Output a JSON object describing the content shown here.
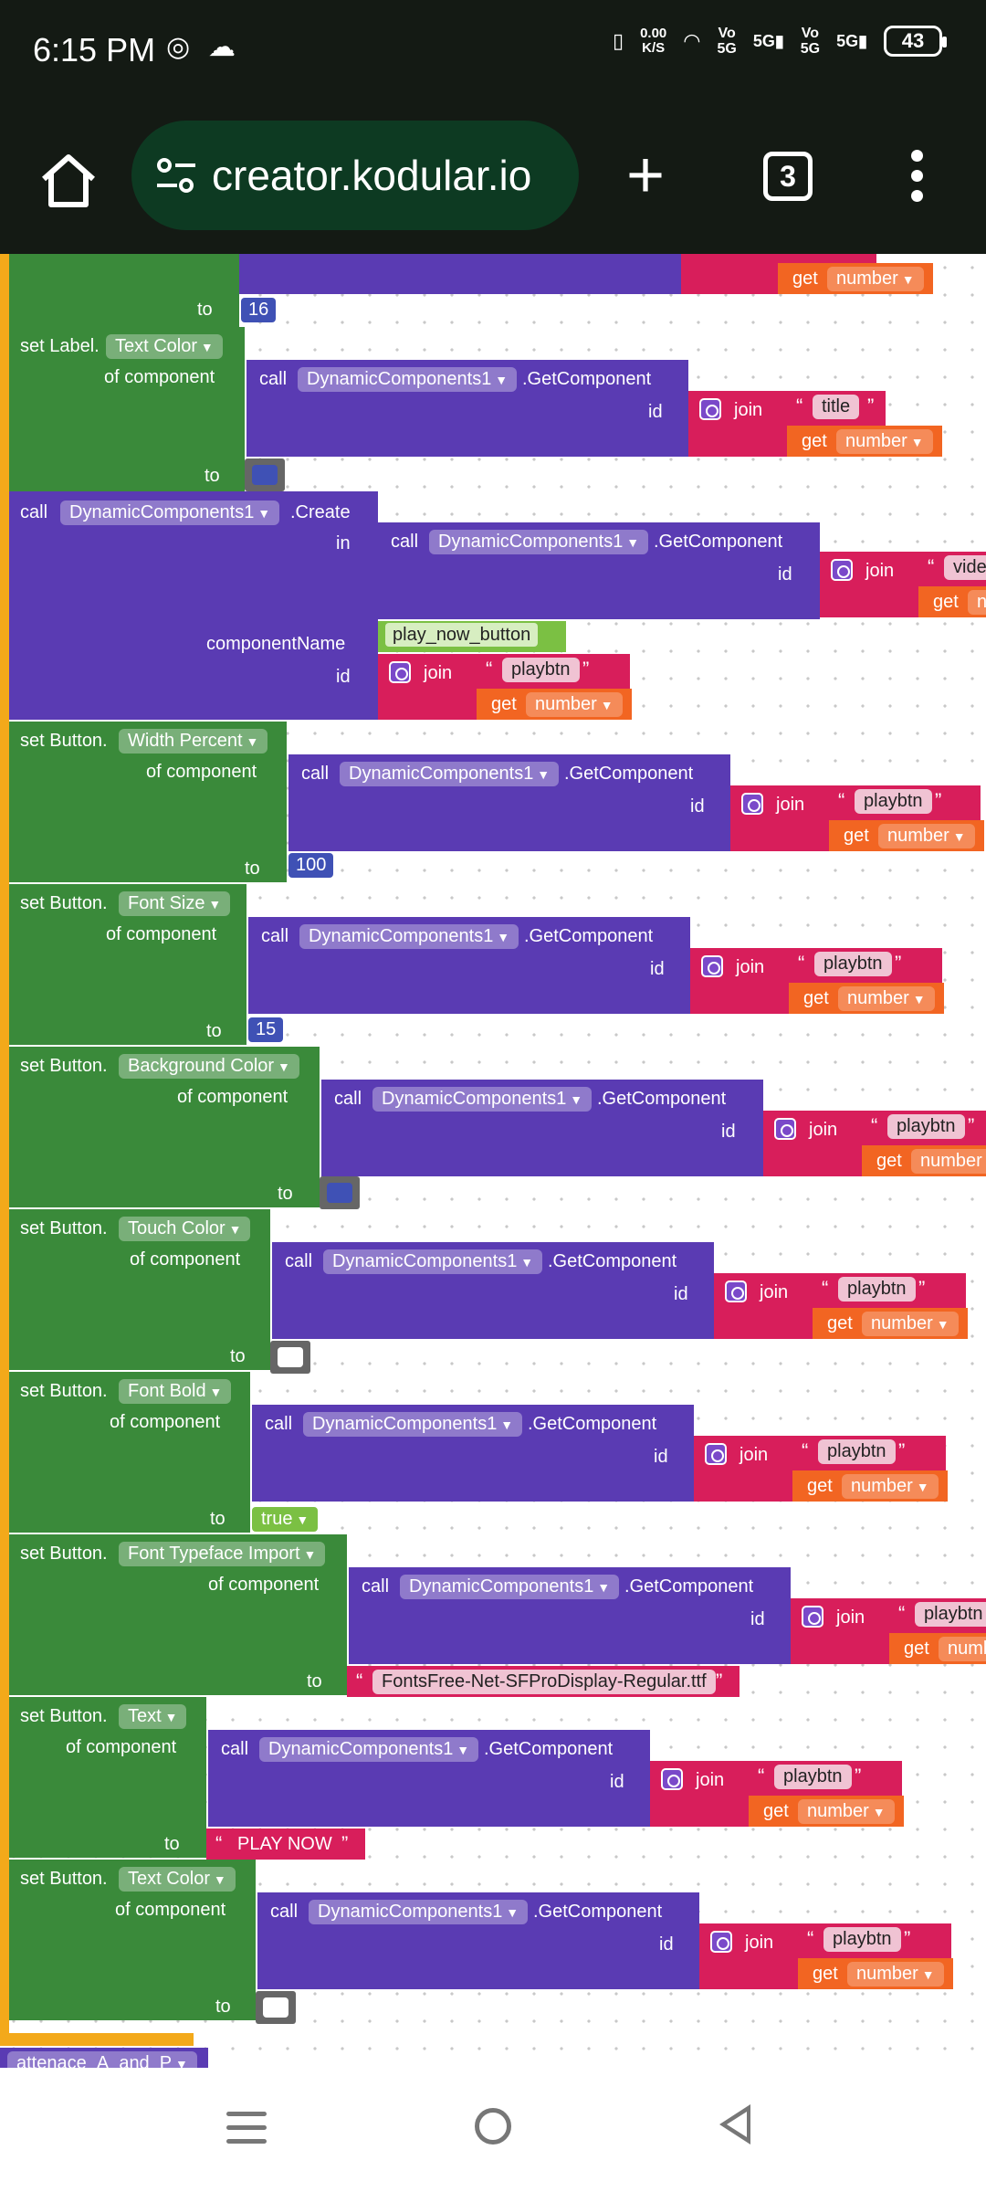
{
  "status": {
    "time": "6:15 PM",
    "net_speed_value": "0.00",
    "net_speed_unit": "K/S",
    "vo1": "Vo",
    "g1": "5G",
    "vo2": "Vo",
    "g2": "5G",
    "battery": "43"
  },
  "browser": {
    "url": "creator.kodular.io",
    "tab_count": "3"
  },
  "blocks": {
    "b0": {
      "get": "get",
      "var": "number",
      "to": "to",
      "val": "16"
    },
    "b1": {
      "set": "set Label.",
      "prop": "Text Color",
      "of": "of component",
      "call": "call",
      "comp": "DynamicComponents1",
      "method": ".GetComponent",
      "id": "id",
      "join": "join",
      "str": "title",
      "get": "get",
      "var": "number",
      "to": "to"
    },
    "b2": {
      "call": "call",
      "comp": "DynamicComponents1",
      "method": ".Create",
      "in": "in",
      "call2": "call",
      "comp2": "DynamicComponents1",
      "method2": ".GetComponent",
      "id": "id",
      "join": "join",
      "str": "vide",
      "get": "get",
      "var": "nu",
      "componentName": "componentName",
      "cname": "play_now_button",
      "id2": "id",
      "join2": "join",
      "str2": "playbtn",
      "get2": "get",
      "var2": "number"
    },
    "b3": {
      "set": "set Button.",
      "prop": "Width Percent",
      "of": "of component",
      "call": "call",
      "comp": "DynamicComponents1",
      "method": ".GetComponent",
      "id": "id",
      "join": "join",
      "str": "playbtn",
      "get": "get",
      "var": "number",
      "to": "to",
      "val": "100"
    },
    "b4": {
      "set": "set Button.",
      "prop": "Font Size",
      "of": "of component",
      "call": "call",
      "comp": "DynamicComponents1",
      "method": ".GetComponent",
      "id": "id",
      "join": "join",
      "str": "playbtn",
      "get": "get",
      "var": "number",
      "to": "to",
      "val": "15"
    },
    "b5": {
      "set": "set Button.",
      "prop": "Background Color",
      "of": "of component",
      "call": "call",
      "comp": "DynamicComponents1",
      "method": ".GetComponent",
      "id": "id",
      "join": "join",
      "str": "playbtn",
      "get": "get",
      "var": "number",
      "to": "to"
    },
    "b6": {
      "set": "set Button.",
      "prop": "Touch Color",
      "of": "of component",
      "call": "call",
      "comp": "DynamicComponents1",
      "method": ".GetComponent",
      "id": "id",
      "join": "join",
      "str": "playbtn",
      "get": "get",
      "var": "number",
      "to": "to"
    },
    "b7": {
      "set": "set Button.",
      "prop": "Font Bold",
      "of": "of component",
      "call": "call",
      "comp": "DynamicComponents1",
      "method": ".GetComponent",
      "id": "id",
      "join": "join",
      "str": "playbtn",
      "get": "get",
      "var": "number",
      "to": "to",
      "val": "true"
    },
    "b8": {
      "set": "set Button.",
      "prop": "Font Typeface Import",
      "of": "of component",
      "call": "call",
      "comp": "DynamicComponents1",
      "method": ".GetComponent",
      "id": "id",
      "join": "join",
      "str": "playbtn",
      "get": "get",
      "var": "numb",
      "to": "to",
      "val": "FontsFree-Net-SFProDisplay-Regular.ttf"
    },
    "b9": {
      "set": "set Button.",
      "prop": "Text",
      "of": "of component",
      "call": "call",
      "comp": "DynamicComponents1",
      "method": ".GetComponent",
      "id": "id",
      "join": "join",
      "str": "playbtn",
      "get": "get",
      "var": "number",
      "to": "to",
      "val": "PLAY NOW"
    },
    "b10": {
      "set": "set Button.",
      "prop": "Text Color",
      "of": "of component",
      "call": "call",
      "comp": "DynamicComponents1",
      "method": ".GetComponent",
      "id": "id",
      "join": "join",
      "str": "playbtn",
      "get": "get",
      "var": "number",
      "to": "to"
    },
    "bottom": {
      "var": "attenace_A_and_P"
    }
  },
  "colors": {
    "color_blue": "#3f51b5",
    "color_white": "#ffffff"
  }
}
